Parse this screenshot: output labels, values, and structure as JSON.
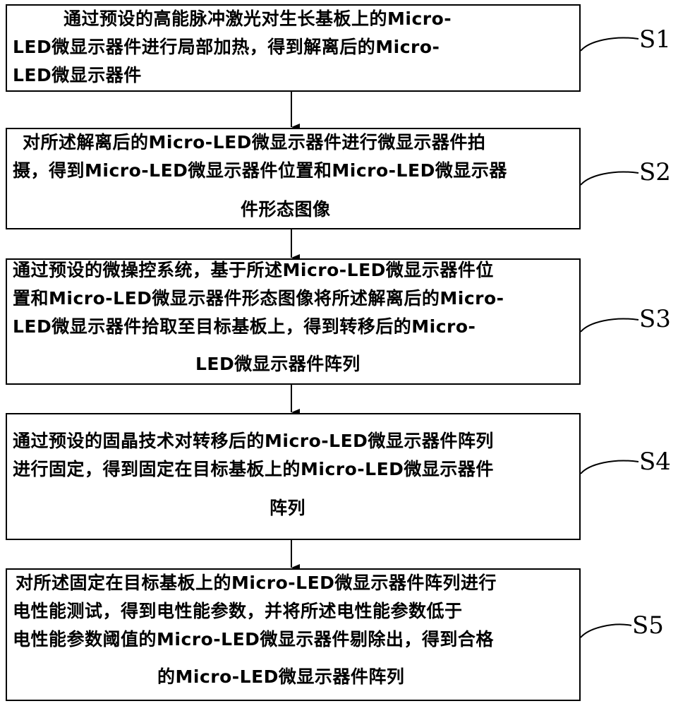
{
  "steps": [
    {
      "label": "S1",
      "lines": [
        "通过预设的高能脉冲激光对生长基板上的Micro-",
        "LED微显示器件进行局部加热，得到解离后的Micro-",
        "LED微显示器件"
      ]
    },
    {
      "label": "S2",
      "lines": [
        "对所述解离后的Micro-LED微显示器件进行微显示器件拍",
        "摄，得到Micro-LED微显示器件位置和Micro-LED微显示器",
        "件形态图像"
      ]
    },
    {
      "label": "S3",
      "lines": [
        "通过预设的微操控系统，基于所述Micro-LED微显示器件位",
        "置和Micro-LED微显示器件形态图像将所述解离后的Micro-",
        "LED微显示器件拾取至目标基板上，得到转移后的Micro-",
        "LED微显示器件阵列"
      ]
    },
    {
      "label": "S4",
      "lines": [
        "通过预设的固晶技术对转移后的Micro-LED微显示器件阵列",
        "进行固定，得到固定在目标基板上的Micro-LED微显示器件",
        "阵列"
      ]
    },
    {
      "label": "S5",
      "lines": [
        "对所述固定在目标基板上的Micro-LED微显示器件阵列进行",
        "电性能测试，得到电性能参数，并将所述电性能参数低于",
        "电性能参数阈值的Micro-LED微显示器件剔除出，得到合格",
        "的Micro-LED微显示器件阵列"
      ]
    }
  ]
}
